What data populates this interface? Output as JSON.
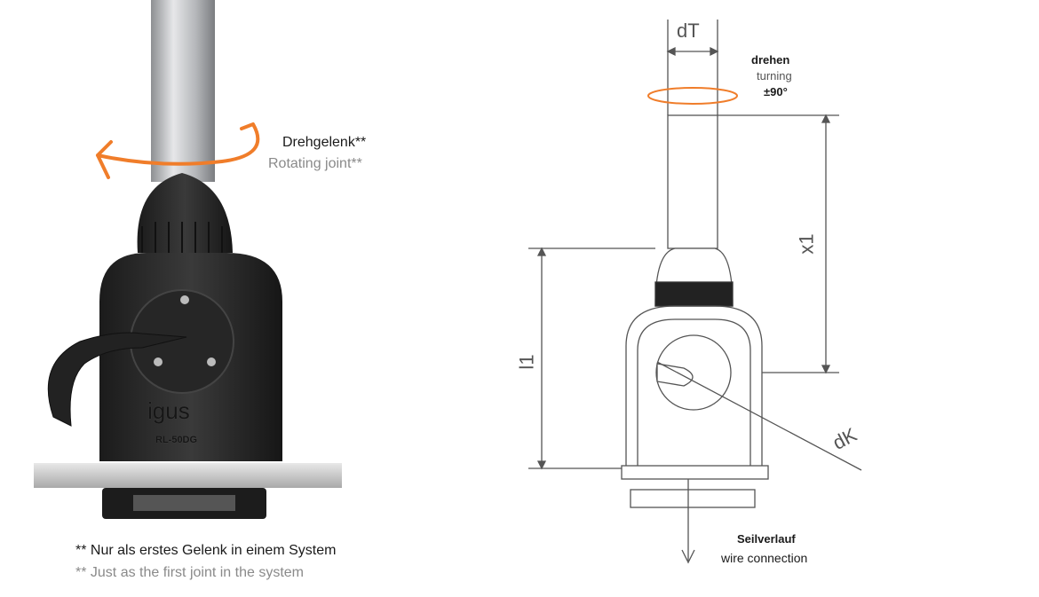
{
  "photo": {
    "rotating_label_de": "Drehgelenk**",
    "rotating_label_en": "Rotating joint**",
    "brand": "igus",
    "model": "RL-50DG",
    "footnote_de": "** Nur als erstes Gelenk in einem System",
    "footnote_en": "** Just as the first joint in the system"
  },
  "drawing": {
    "dim_dT": "dT",
    "dim_x1": "x1",
    "dim_l1": "l1",
    "dim_dK": "dK",
    "turning_de": "drehen",
    "turning_en": "turning",
    "turning_angle": "±90°",
    "wire_de": "Seilverlauf",
    "wire_en": "wire connection"
  },
  "colors": {
    "accent": "#f07d2a",
    "body": "#2b2b2b",
    "line": "#555555"
  }
}
